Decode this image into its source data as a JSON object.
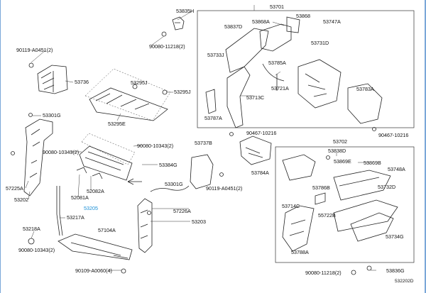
{
  "diagram": {
    "doc_code": "532202D",
    "labels": {
      "p53835H": "53835H",
      "p53701": "53701",
      "p53868": "53868",
      "p53868A": "53868A",
      "p53747A": "53747A",
      "p53837D": "53837D",
      "p90119_A0451_2": "90119-A0451(2)",
      "p90080_11218_2_top": "90080-11218(2)",
      "p53733J": "53733J",
      "p53731D": "53731D",
      "p53785A": "53785A",
      "p53736": "53736",
      "p53295J": "53295J",
      "p53295J_b": "53295J",
      "p53721A": "53721A",
      "p53713C": "53713C",
      "p53783A": "53783A",
      "p53787A": "53787A",
      "p53301G": "53301G",
      "p53295E": "53295E",
      "p90467_10216_a": "90467-10216",
      "p90467_10216_b": "90467-10216",
      "p53702": "53702",
      "p53737B": "53737B",
      "p90080_10343_2_a": "90080-10343(2)",
      "p90080_10343_2_b": "90080-10343(2)",
      "p53838D": "53838D",
      "p53869E": "53869E",
      "p53869B": "53869B",
      "p53748A": "53748A",
      "p53384G": "53384G",
      "p53784A": "53784A",
      "p57225A": "57225A",
      "p52081A": "52081A",
      "p52082A": "52082A",
      "p53205": "53205",
      "p90119_A0451_2_b": "90119-A0451(2)",
      "p53301G_b": "53301G",
      "p53786B": "53786B",
      "p53732D": "53732D",
      "p53202": "53202",
      "p57226A": "57226A",
      "p53714C": "53714C",
      "p55722B": "55722B",
      "p53217A": "53217A",
      "p53203": "53203",
      "p53218A": "53218A",
      "p57104A": "57104A",
      "p53734G": "53734G",
      "p90080_10343_2_c": "90080-10343(2)",
      "p53788A": "53788A",
      "p90109_A0060_4": "90109-A0060(4)",
      "p90080_11218_2_bot": "90080-11218(2)",
      "p53836G": "53836G"
    },
    "colors": {
      "selected_label": "#1a8fd6",
      "ink": "#222222",
      "window_edge": "#7aa7d8"
    }
  }
}
